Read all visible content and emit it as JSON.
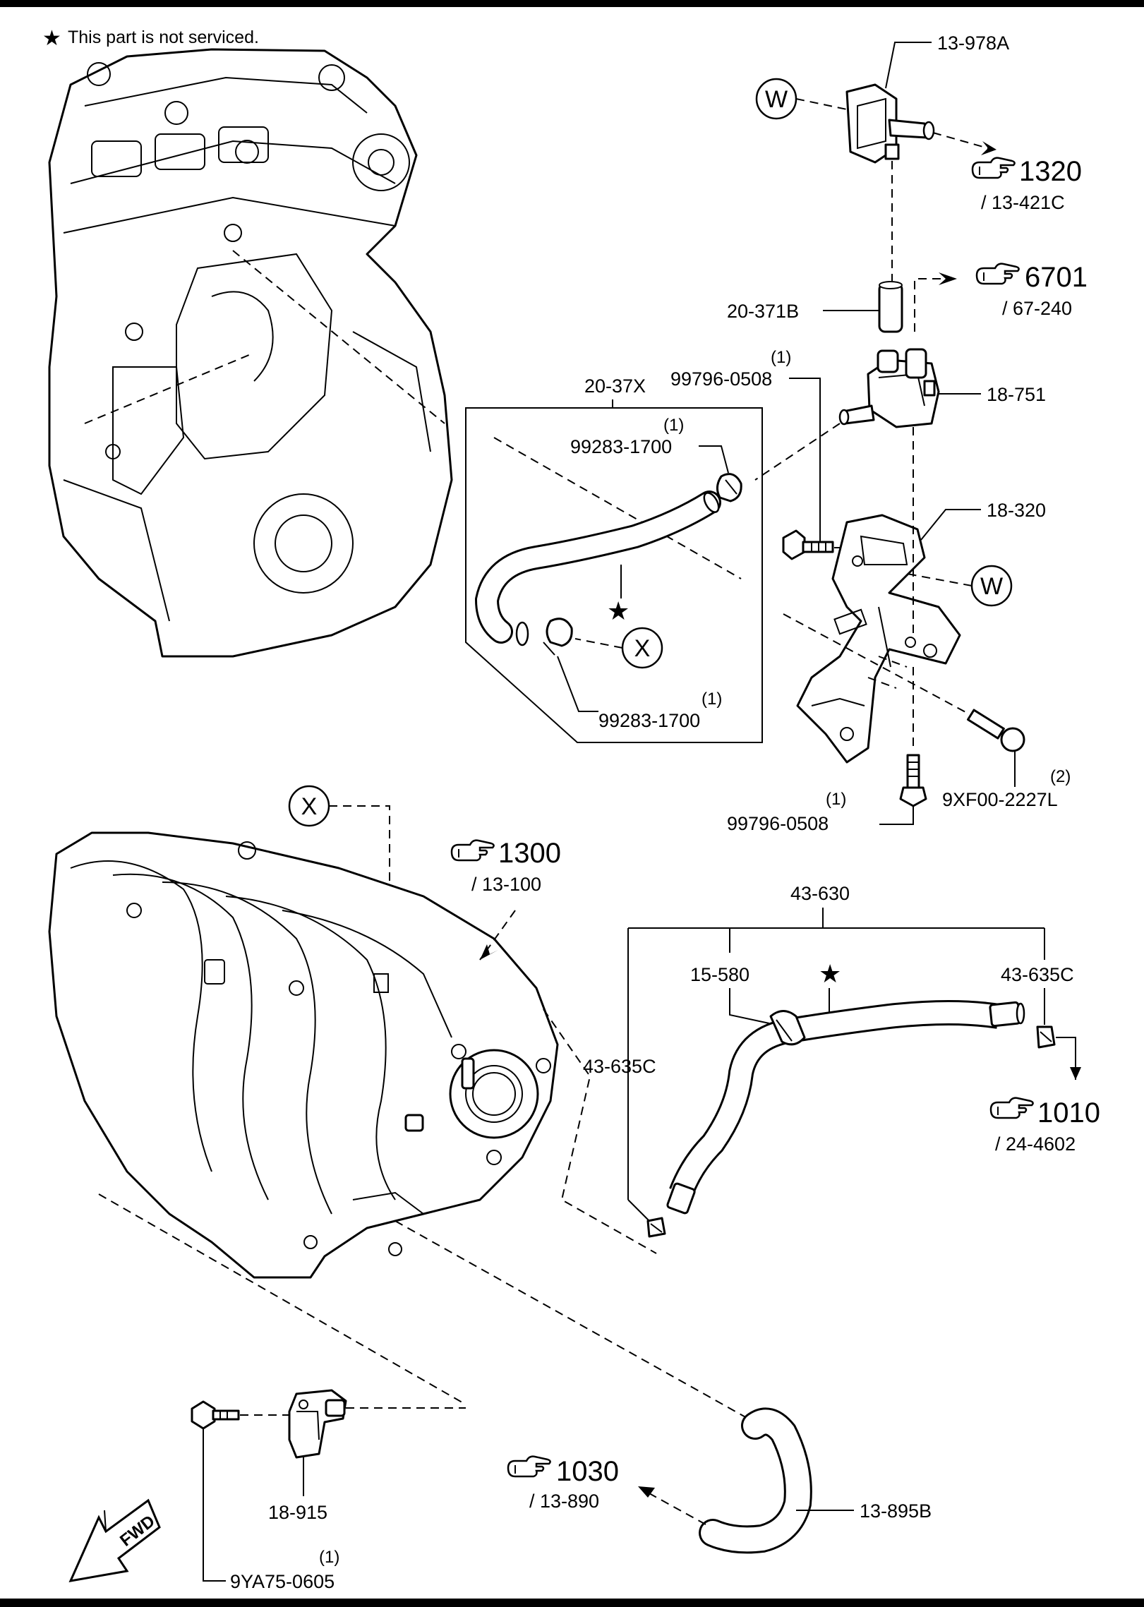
{
  "note": {
    "star": "★",
    "text": "This part is not serviced."
  },
  "callouts": {
    "c13_978A": "13-978A",
    "c20_371B": "20-371B",
    "c18_751": "18-751",
    "c18_320": "18-320",
    "c20_37X": "20-37X",
    "c99796_0508_top": "99796-0508",
    "c99796_0508_top_qty": "(1)",
    "c99283_1700_top": "99283-1700",
    "c99283_1700_top_qty": "(1)",
    "c99283_1700_bot": "99283-1700",
    "c99283_1700_bot_qty": "(1)",
    "c99796_0508_bot": "99796-0508",
    "c99796_0508_bot_qty": "(1)",
    "c9XF00": "9XF00-2227L",
    "c9XF00_qty": "(2)",
    "c43_630": "43-630",
    "c15_580": "15-580",
    "c43_635C_right": "43-635C",
    "c43_635C_left": "43-635C",
    "c18_915": "18-915",
    "c9YA75": "9YA75-0605",
    "c9YA75_qty": "(1)",
    "c13_895B": "13-895B"
  },
  "refs": {
    "r1320": "1320",
    "r1320_sub": "/ 13-421C",
    "r6701": "6701",
    "r6701_sub": "/ 67-240",
    "r1300": "1300",
    "r1300_sub": "/ 13-100",
    "r1010": "1010",
    "r1010_sub": "/ 24-4602",
    "r1030": "1030",
    "r1030_sub": "/ 13-890"
  },
  "markers": {
    "w": "W",
    "x": "X",
    "star": "★",
    "fwd": "FWD"
  }
}
